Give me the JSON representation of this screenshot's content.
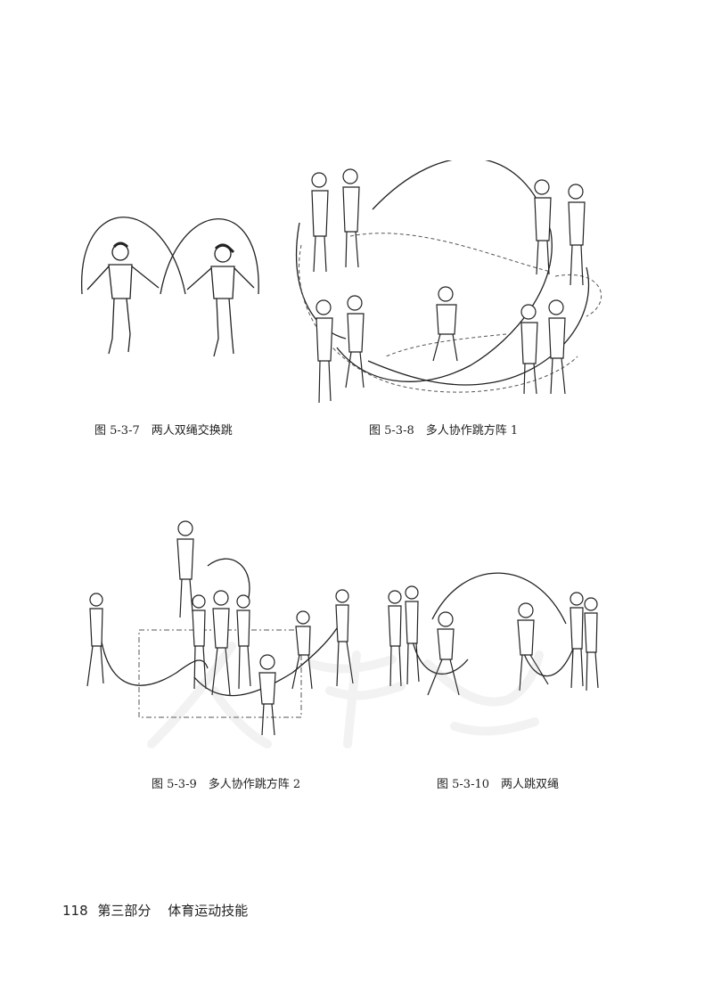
{
  "figures": [
    {
      "id": "fig-5-3-7",
      "caption": "图 5-3-7　两人双绳交换跳"
    },
    {
      "id": "fig-5-3-8",
      "caption": "图 5-3-8　多人协作跳方阵 1"
    },
    {
      "id": "fig-5-3-9",
      "caption": "图 5-3-9　多人协作跳方阵 2"
    },
    {
      "id": "fig-5-3-10",
      "caption": "图 5-3-10　两人跳双绳"
    }
  ],
  "footer": {
    "page_number": "118",
    "part": "第三部分",
    "section": "体育运动技能"
  },
  "colors": {
    "ink": "#222222",
    "dashed": "#555555",
    "watermark": "#999999"
  }
}
